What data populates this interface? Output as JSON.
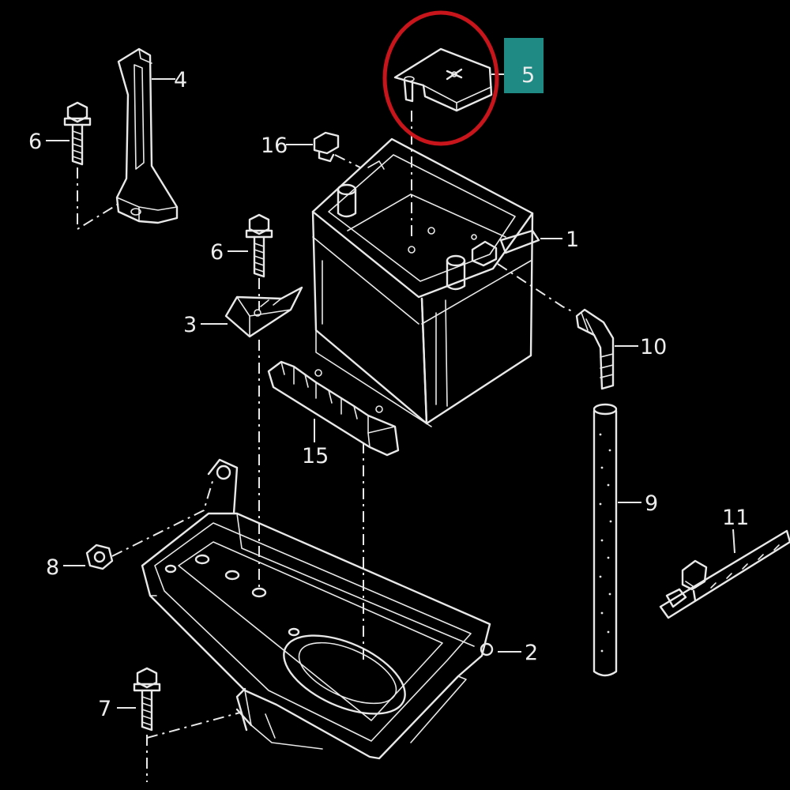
{
  "colors": {
    "background": "#000000",
    "line": "#e8e8e8",
    "highlight_circle": "#c8141b",
    "highlight_box": "#1f8a84"
  },
  "callouts": {
    "c1": "1",
    "c2": "2",
    "c3": "3",
    "c4": "4",
    "c5": "5",
    "c6a": "6",
    "c6b": "6",
    "c7": "7",
    "c8": "8",
    "c9": "9",
    "c10": "10",
    "c11": "11",
    "c15": "15",
    "c16": "16"
  },
  "highlight": {
    "target_callout": "5"
  }
}
